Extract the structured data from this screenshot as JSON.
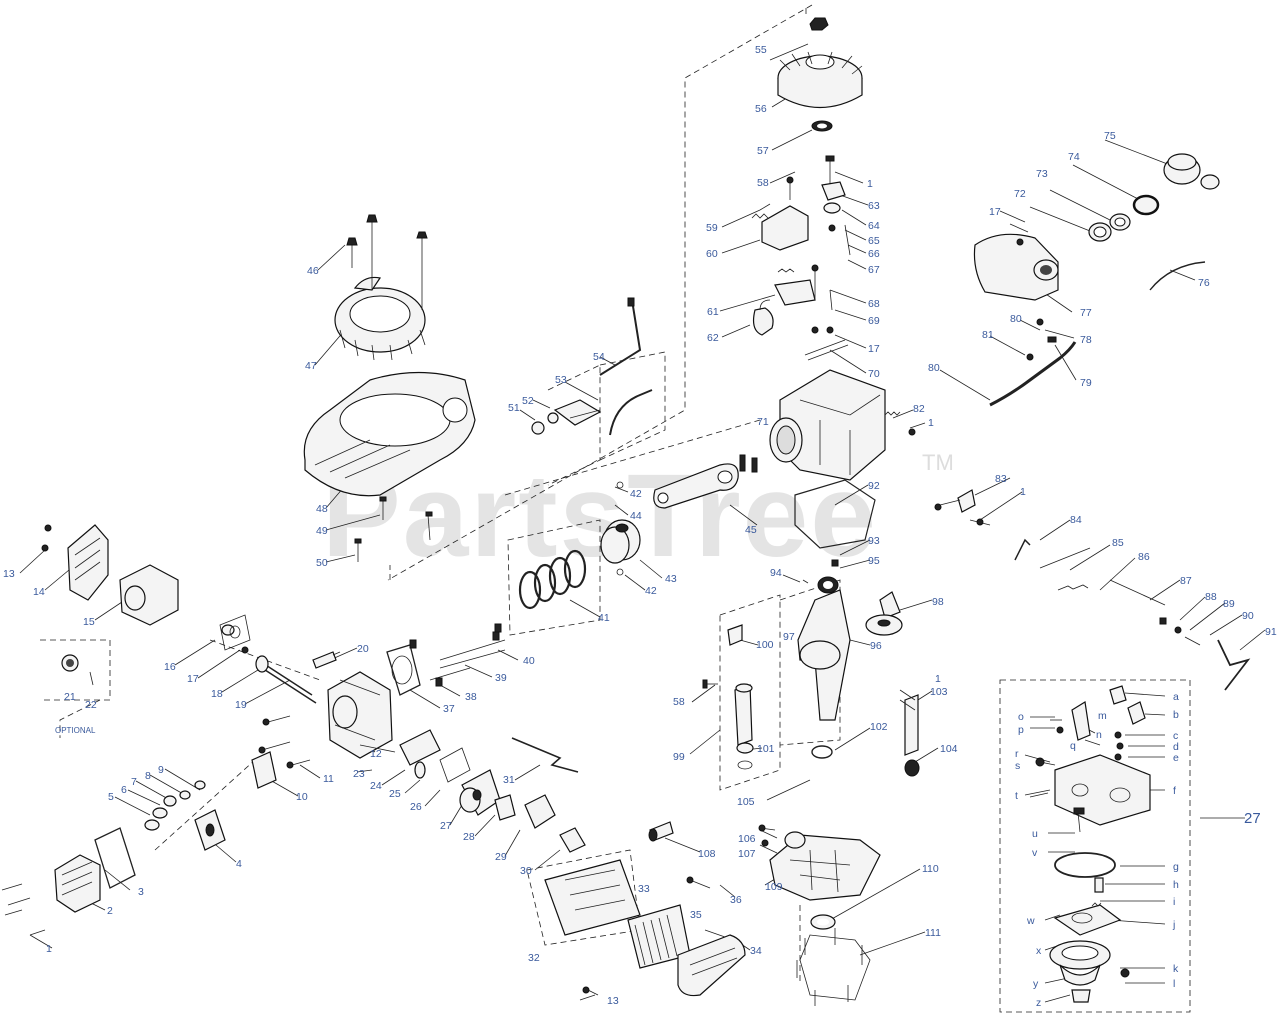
{
  "watermark": {
    "text": "PartsTree",
    "tm": "TM"
  },
  "optional_note": "OPTIONAL",
  "group_label": "27",
  "labels": [
    "1",
    "2",
    "3",
    "4",
    "5",
    "6",
    "7",
    "8",
    "9",
    "10",
    "11",
    "12",
    "13",
    "14",
    "15",
    "16",
    "17",
    "18",
    "19",
    "20",
    "21",
    "22",
    "23",
    "24",
    "25",
    "26",
    "27",
    "28",
    "29",
    "30",
    "31",
    "32",
    "33",
    "34",
    "35",
    "36",
    "37",
    "38",
    "39",
    "40",
    "41",
    "42",
    "43",
    "44",
    "45",
    "46",
    "47",
    "48",
    "49",
    "50",
    "51",
    "52",
    "53",
    "54",
    "55",
    "56",
    "57",
    "58",
    "59",
    "60",
    "61",
    "62",
    "63",
    "64",
    "65",
    "66",
    "67",
    "68",
    "69",
    "70",
    "71",
    "72",
    "73",
    "74",
    "75",
    "76",
    "77",
    "78",
    "79",
    "80",
    "81",
    "82",
    "83",
    "84",
    "85",
    "86",
    "87",
    "88",
    "89",
    "90",
    "91",
    "92",
    "93",
    "94",
    "95",
    "96",
    "97",
    "98",
    "99",
    "100",
    "101",
    "102",
    "103",
    "104",
    "105",
    "106",
    "107",
    "108",
    "109",
    "110",
    "111",
    "a",
    "b",
    "c",
    "d",
    "e",
    "f",
    "g",
    "h",
    "i",
    "j",
    "k",
    "l",
    "m",
    "n",
    "o",
    "p",
    "q",
    "r",
    "s",
    "t",
    "u",
    "v",
    "w",
    "x",
    "y",
    "z"
  ]
}
